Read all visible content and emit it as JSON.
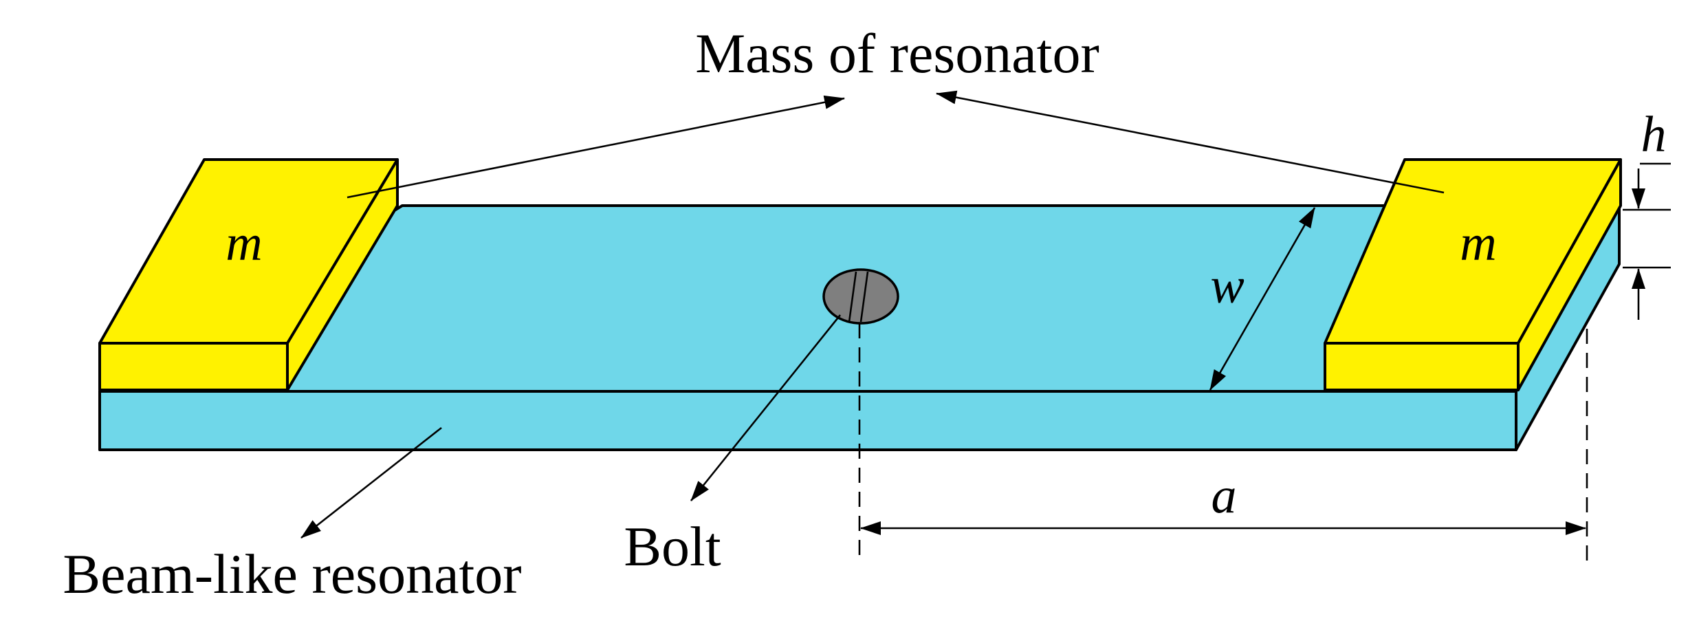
{
  "labels": {
    "mass_title": "Mass of resonator",
    "mass_left": "m",
    "mass_right": "m",
    "width_symbol": "w",
    "height_symbol": "h",
    "distance_symbol": "a",
    "bolt": "Bolt",
    "beam": "Beam-like resonator"
  },
  "colors": {
    "beam": "#6fd7e9",
    "mass": "#fff200",
    "bolt": "#7f7f7f",
    "outline": "#000000"
  }
}
